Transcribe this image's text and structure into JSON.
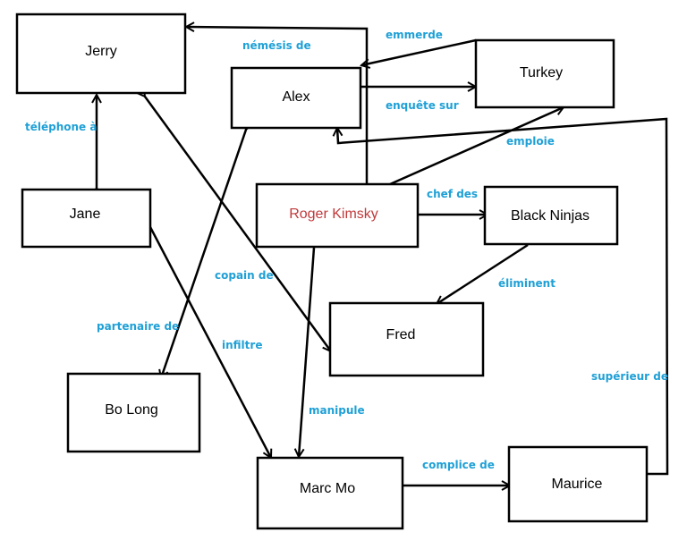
{
  "colors": {
    "edge_label": "#1fa0d6",
    "highlight_node_text": "#c0393b",
    "stroke": "#000000",
    "background": "#ffffff"
  },
  "nodes": {
    "jerry": "Jerry",
    "alex": "Alex",
    "turkey": "Turkey",
    "jane": "Jane",
    "roger_kimsky": "Roger Kimsky",
    "black_ninjas": "Black Ninjas",
    "fred": "Fred",
    "bo_long": "Bo Long",
    "marc_mo": "Marc Mo",
    "maurice": "Maurice"
  },
  "edges": {
    "nemesis_de": "némésis de",
    "emmerde": "emmerde",
    "enquete_sur": "enquête sur",
    "emploie": "emploie",
    "telephone_a": "téléphone à",
    "chef_des": "chef des",
    "eliminent": "éliminent",
    "copain_de": "copain de",
    "partenaire_de": "partenaire de",
    "infiltre": "infiltre",
    "manipule": "manipule",
    "superieur_de": "supérieur de",
    "complice_de": "complice de"
  }
}
